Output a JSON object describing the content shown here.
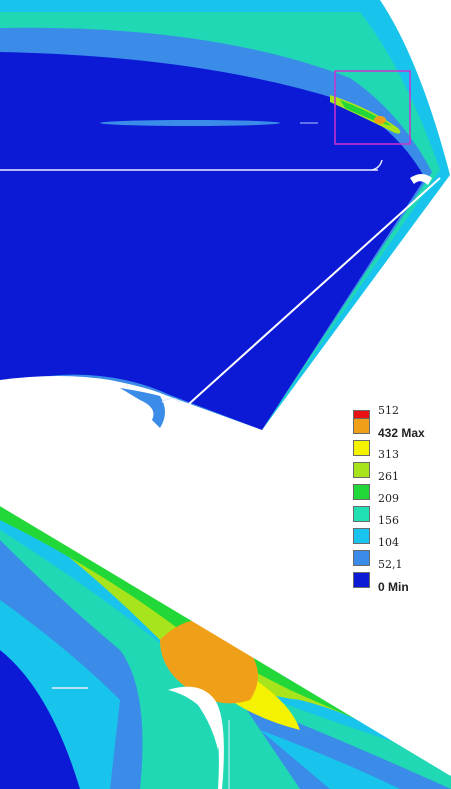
{
  "legend": {
    "max_value": "512",
    "levels": [
      {
        "label": "432 Max",
        "color": "#f0a018",
        "bold": true
      },
      {
        "label": "313",
        "color": "#f4f200",
        "bold": false
      },
      {
        "label": "261",
        "color": "#a8e41c",
        "bold": false
      },
      {
        "label": "209",
        "color": "#22d838",
        "bold": false
      },
      {
        "label": "156",
        "color": "#20e0b4",
        "bold": false
      },
      {
        "label": "104",
        "color": "#18c4ee",
        "bold": false
      },
      {
        "label": "52,1",
        "color": "#3a8ce8",
        "bold": false
      },
      {
        "label": "0 Min",
        "color": "#0c1ad6",
        "bold": true
      }
    ],
    "top_color": "#e81212"
  },
  "colors": {
    "background": "#ffffff",
    "body_blue": "#0c1ad6",
    "highlight_box": "#cc33cc"
  }
}
